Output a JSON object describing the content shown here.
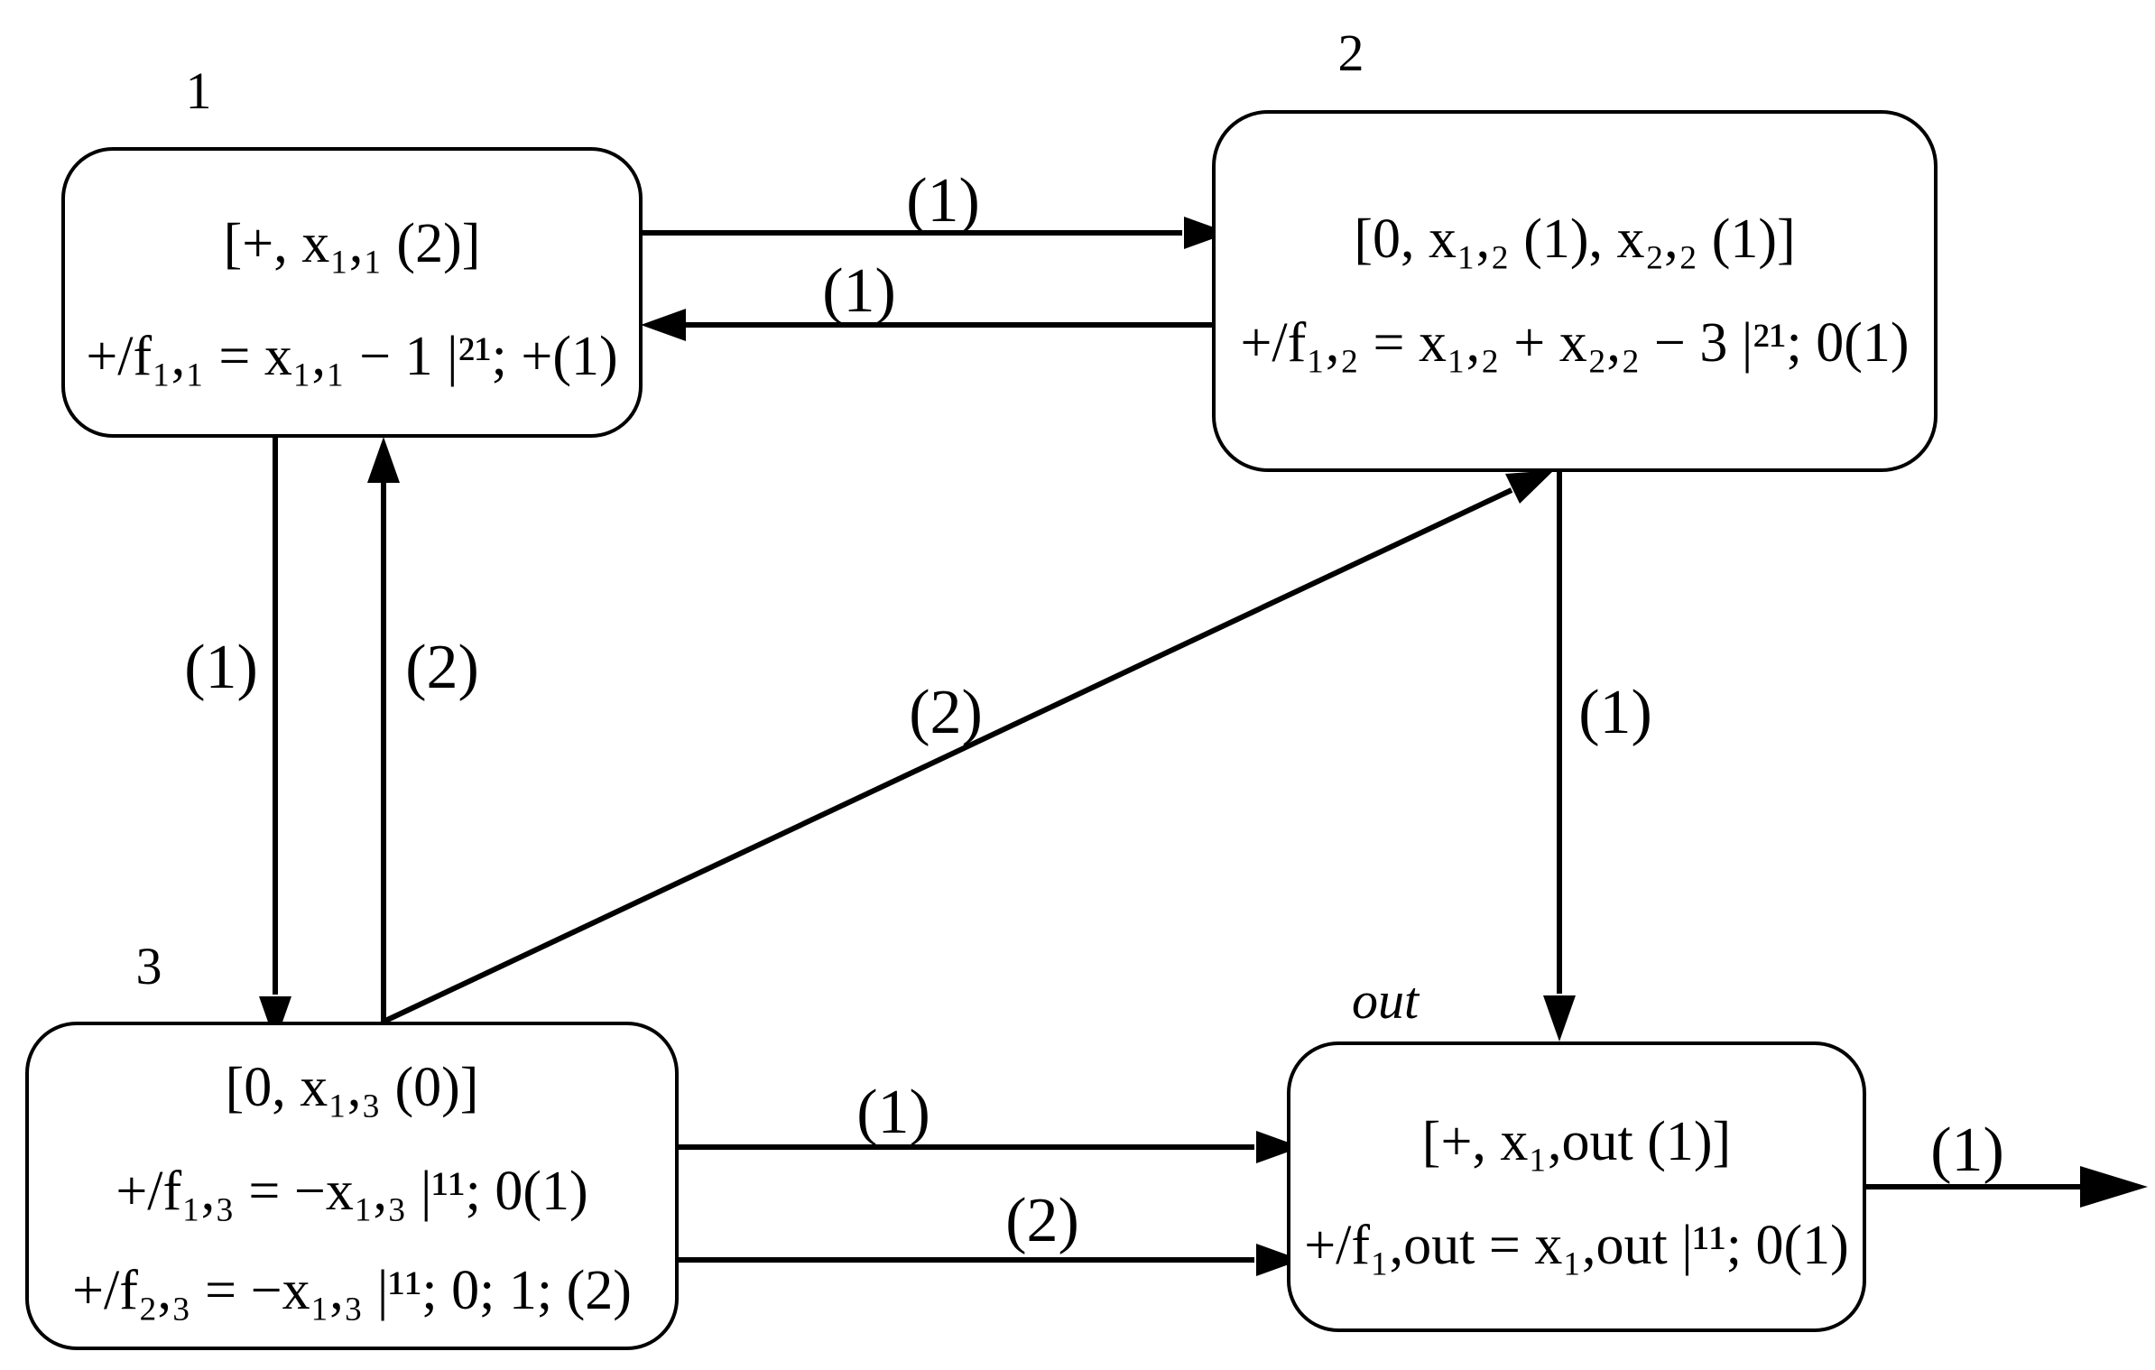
{
  "nodes": {
    "n1": {
      "title": "1",
      "line1": "[+, x₁,₁ (2)]",
      "line2": "+/f₁,₁ = x₁,₁ − 1 |²¹; +(1)"
    },
    "n2": {
      "title": "2",
      "line1": "[0, x₁,₂ (1), x₂,₂ (1)]",
      "line2": "+/f₁,₂ = x₁,₂ + x₂,₂ − 3 |²¹; 0(1)"
    },
    "n3": {
      "title": "3",
      "line1": "[0, x₁,₃ (0)]",
      "line2": "+/f₁,₃ = −x₁,₃ |¹¹; 0(1)",
      "line3": "+/f₂,₃ = −x₁,₃ |¹¹; 0; 1; (2)"
    },
    "out": {
      "title": "out",
      "line1": "[+, x₁,out (1)]",
      "line2": "+/f₁,out = x₁,out |¹¹; 0(1)"
    }
  },
  "edges": {
    "e_1_2": "(1)",
    "e_2_1": "(1)",
    "e_1_3": "(1)",
    "e_3_1": "(2)",
    "e_3_2": "(2)",
    "e_2_out": "(1)",
    "e_3_out_a": "(1)",
    "e_3_out_b": "(2)",
    "e_out_exit": "(1)"
  }
}
